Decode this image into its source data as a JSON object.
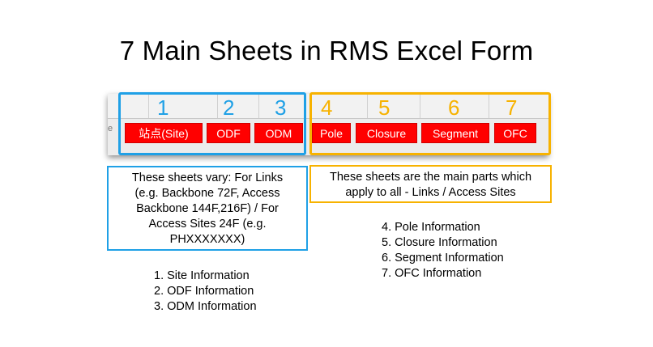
{
  "title": "7 Main Sheets in RMS Excel Form",
  "colors": {
    "tab_red": "#ff0000",
    "blue": "#1fa0e6",
    "orange": "#f7b200"
  },
  "excel": {
    "overflow_dots": "e",
    "tabs": [
      {
        "label": "站点(Site)",
        "number": "1",
        "group": "blue"
      },
      {
        "label": "ODF",
        "number": "2",
        "group": "blue"
      },
      {
        "label": "ODM",
        "number": "3",
        "group": "blue"
      },
      {
        "label": "Pole",
        "number": "4",
        "group": "orange"
      },
      {
        "label": "Closure",
        "number": "5",
        "group": "orange"
      },
      {
        "label": "Segment",
        "number": "6",
        "group": "orange"
      },
      {
        "label": "OFC",
        "number": "7",
        "group": "orange"
      }
    ]
  },
  "blue_box": {
    "lines": [
      "These sheets vary: For Links",
      "(e.g. Backbone 72F, Access",
      "Backbone 144F,216F) / For",
      "Access Sites 24F (e.g.",
      "PHXXXXXXX)"
    ]
  },
  "orange_box": {
    "lines": [
      "These sheets are the main parts which",
      "apply to all - Links / Access Sites"
    ]
  },
  "blue_list": [
    "1. Site Information",
    "2. ODF Information",
    "3. ODM Information"
  ],
  "orange_list": [
    "4. Pole Information",
    "5. Closure Information",
    "6. Segment Information",
    "7. OFC Information"
  ]
}
